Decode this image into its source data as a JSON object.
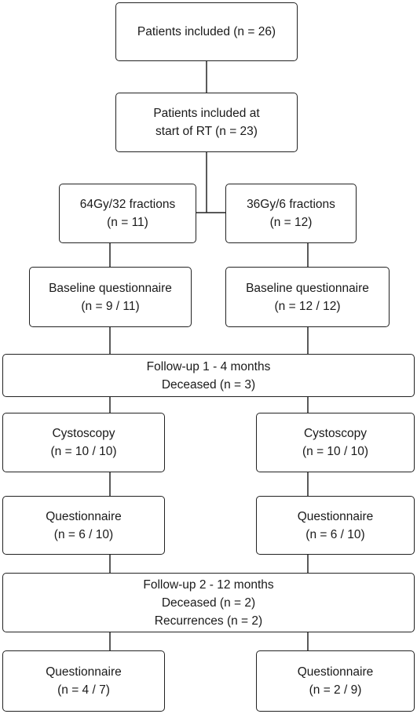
{
  "boxes": {
    "included": {
      "lines": [
        "Patients included (n = 26)"
      ]
    },
    "start_of_rt": {
      "lines": [
        "Patients included at",
        "start of RT (n = 23)"
      ]
    },
    "arm_64gy": {
      "lines": [
        "64Gy/32 fractions",
        "(n = 11)"
      ]
    },
    "arm_36gy": {
      "lines": [
        "36Gy/6 fractions",
        "(n = 12)"
      ]
    },
    "baseline_64gy": {
      "lines": [
        "Baseline questionnaire",
        "(n = 9 / 11)"
      ]
    },
    "baseline_36gy": {
      "lines": [
        "Baseline questionnaire",
        "(n = 12 / 12)"
      ]
    },
    "followup_1": {
      "lines": [
        "Follow-up 1 - 4 months",
        "Deceased (n = 3)"
      ]
    },
    "cystoscopy_64gy": {
      "lines": [
        "Cystoscopy",
        "(n = 10 / 10)"
      ]
    },
    "cystoscopy_36gy": {
      "lines": [
        "Cystoscopy",
        "(n = 10 / 10)"
      ]
    },
    "questionnaire1_64gy": {
      "lines": [
        "Questionnaire",
        "(n = 6 / 10)"
      ]
    },
    "questionnaire1_36gy": {
      "lines": [
        "Questionnaire",
        "(n = 6 / 10)"
      ]
    },
    "followup_2": {
      "lines": [
        "Follow-up 2 - 12 months",
        "Deceased (n = 2)",
        "Recurrences (n = 2)"
      ]
    },
    "questionnaire2_64gy": {
      "lines": [
        "Questionnaire",
        "(n = 4 / 7)"
      ]
    },
    "questionnaire2_36gy": {
      "lines": [
        "Questionnaire",
        "(n = 2 / 9)"
      ]
    }
  }
}
